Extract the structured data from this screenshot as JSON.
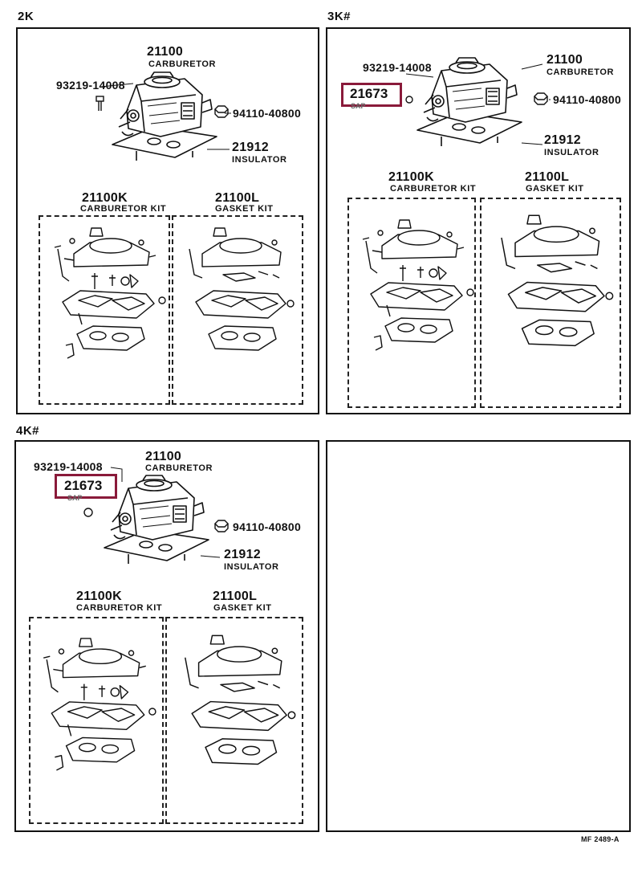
{
  "sections": {
    "2k": {
      "label": "2K",
      "carb": {
        "num": "21100",
        "name": "CARBURETOR"
      },
      "bolt": {
        "num": "93219-14008"
      },
      "nut": {
        "num": "94110-40800"
      },
      "insulator": {
        "num": "21912",
        "name": "INSULATOR"
      },
      "kit": {
        "num": "21100K",
        "name": "CARBURETOR KIT"
      },
      "gasket": {
        "num": "21100L",
        "name": "GASKET KIT"
      }
    },
    "3k": {
      "label": "3K#",
      "carb": {
        "num": "21100",
        "name": "CARBURETOR"
      },
      "bolt": {
        "num": "93219-14008"
      },
      "highlight": {
        "num": "21673",
        "name": "SAP"
      },
      "nut": {
        "num": "94110-40800"
      },
      "insulator": {
        "num": "21912",
        "name": "INSULATOR"
      },
      "kit": {
        "num": "21100K",
        "name": "CARBURETOR KIT"
      },
      "gasket": {
        "num": "21100L",
        "name": "GASKET KIT"
      }
    },
    "4k": {
      "label": "4K#",
      "carb": {
        "num": "21100",
        "name": "CARBURETOR"
      },
      "bolt": {
        "num": "93219-14008"
      },
      "highlight": {
        "num": "21673",
        "name": "SAP"
      },
      "nut": {
        "num": "94110-40800"
      },
      "insulator": {
        "num": "21912",
        "name": "INSULATOR"
      },
      "kit": {
        "num": "21100K",
        "name": "CARBURETOR KIT"
      },
      "gasket": {
        "num": "21100L",
        "name": "GASKET KIT"
      }
    }
  },
  "footer": "MF 2489-A",
  "colors": {
    "highlight": "#8a1a3a",
    "ink": "#111111"
  }
}
